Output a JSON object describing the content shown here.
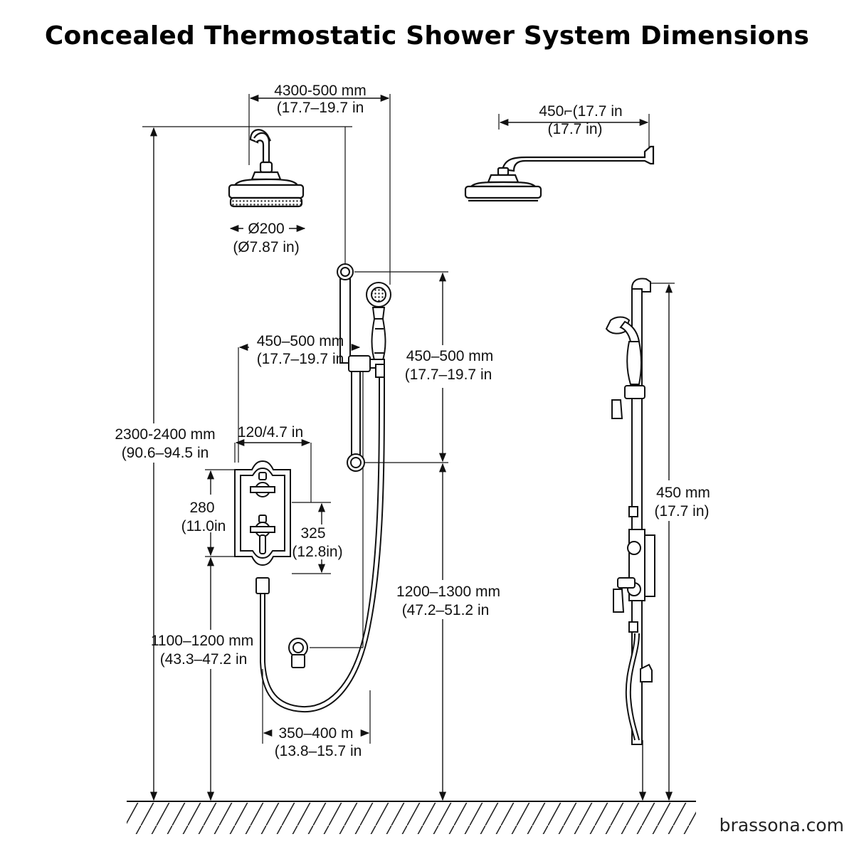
{
  "title": "Concealed Thermostatic Shower System Dimensions",
  "brand": "brassona.com",
  "dimensions": {
    "arm_projection": {
      "mm": "4300-500 mm",
      "in": "(17.7–19.7 in"
    },
    "side_arm": {
      "mm": "450⌐(17.7 in",
      "in": "(17.7 in)"
    },
    "head_diameter": {
      "mm": "Ø200",
      "in": "(Ø7.87 in)"
    },
    "outlet_offset": {
      "mm": "450–500 mm",
      "in": "(17.7–19.7 in"
    },
    "slide_height": {
      "mm": "450–500 mm",
      "in": "(17.7–19.7 in"
    },
    "overall_height": {
      "mm": "2300-2400 mm",
      "in": "(90.6–94.5 in"
    },
    "valve_width": {
      "mm": "120/4.7 in"
    },
    "valve_height": {
      "mm": "280",
      "in": "(11.0in"
    },
    "valve_spacing": {
      "mm": "325",
      "in": "(12.8in)"
    },
    "valve_floor": {
      "mm": "1100–1200 mm",
      "in": "(43.3–47.2 in"
    },
    "bracket_floor": {
      "mm": "1200–1300 mm",
      "in": "(47.2–51.2 in"
    },
    "elbow_offset": {
      "mm": "350–400 m",
      "in": "(13.8–15.7 in"
    },
    "rail_length": {
      "mm": "450 mm",
      "in": "(17.7 in)"
    }
  }
}
